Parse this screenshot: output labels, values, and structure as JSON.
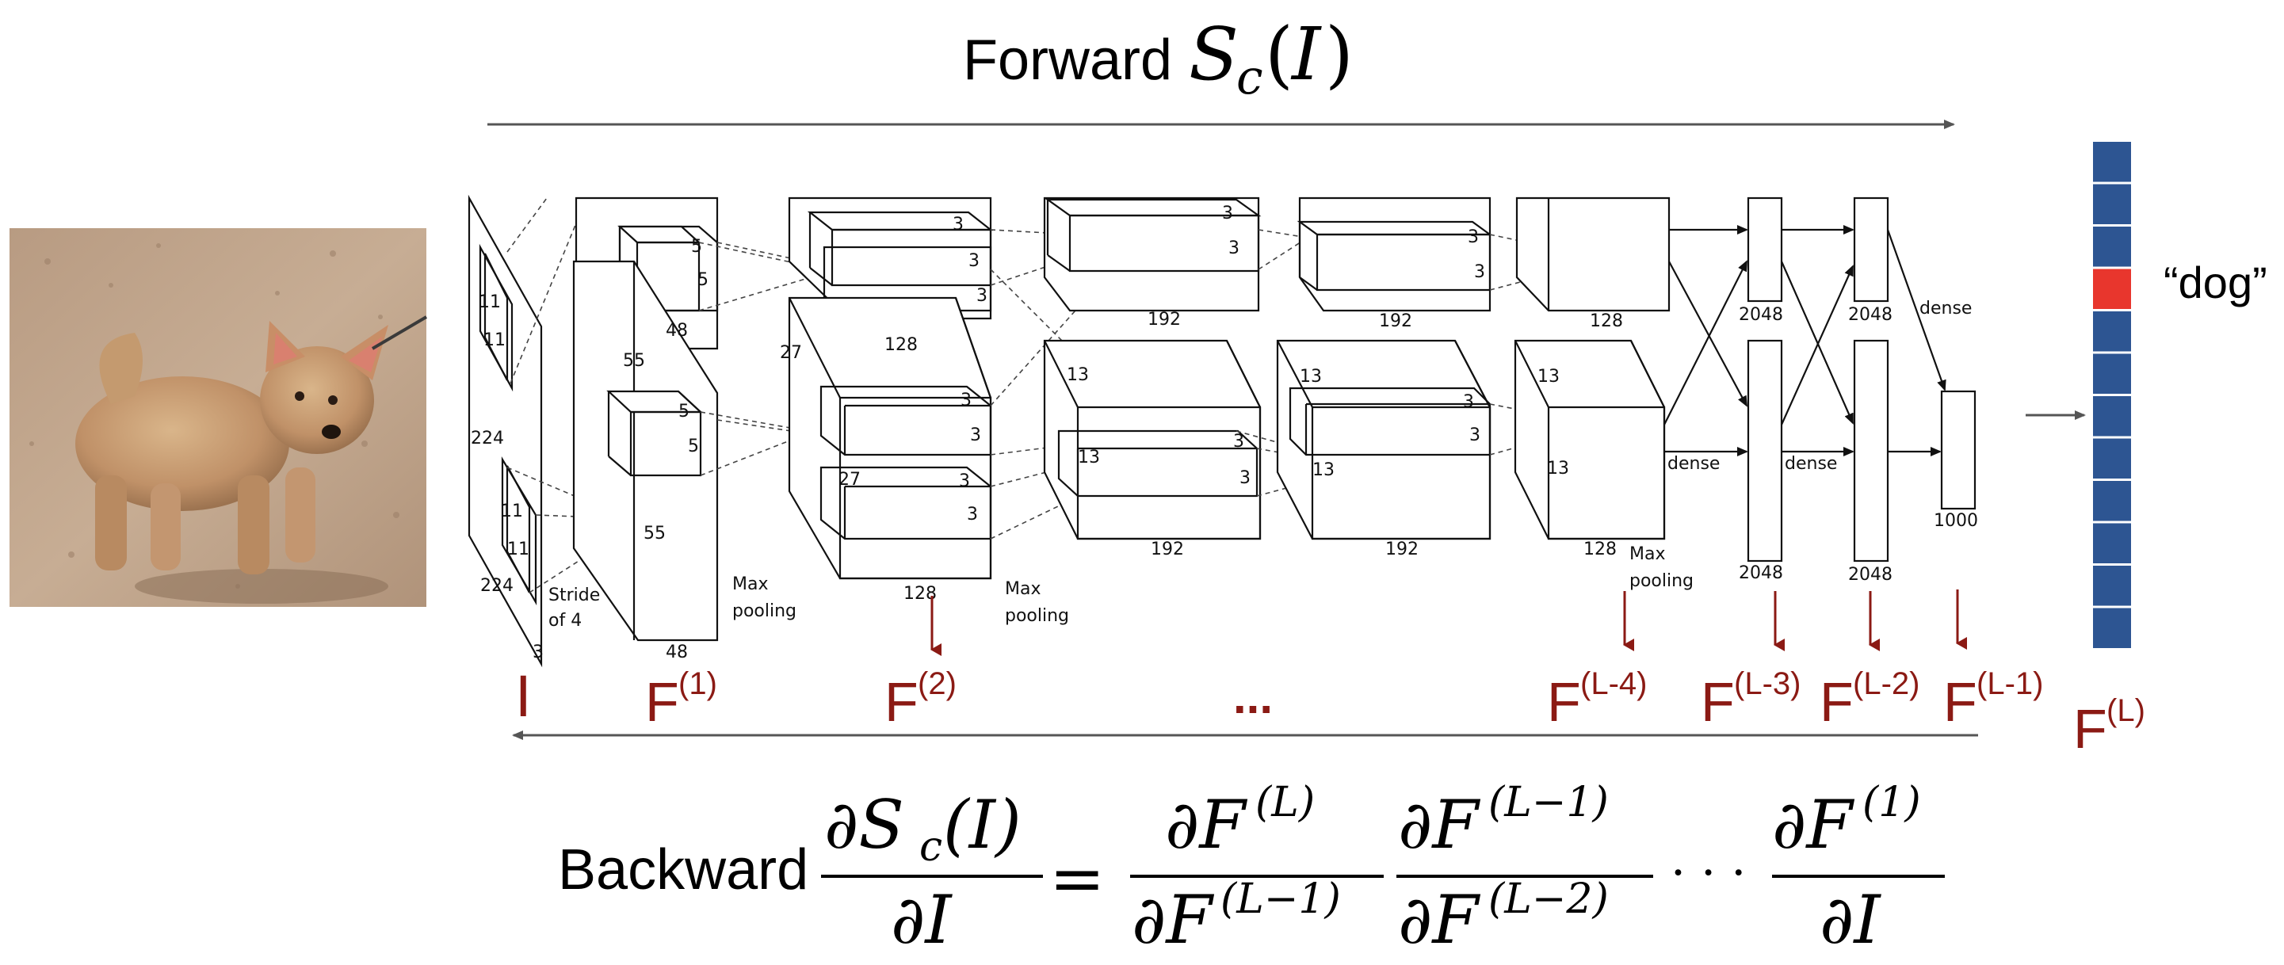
{
  "forward": {
    "label": "Forward",
    "formula": "S_c(I)"
  },
  "backward": {
    "label": "Backward",
    "lhs_num": "∂S",
    "lhs_num_sub": "c",
    "lhs_num_tail": "(I)",
    "lhs_den": "∂I",
    "eq": "=",
    "t1_num": "∂F",
    "t1_num_sup": "(L)",
    "t1_den": "∂F",
    "t1_den_sup": "(L−1)",
    "t2_num": "∂F",
    "t2_num_sup": "(L−1)",
    "t2_den": "∂F",
    "t2_den_sup": "(L−2)",
    "dots": "· · ·",
    "t3_num": "∂F",
    "t3_num_sup": "(1)",
    "t3_den": "∂I"
  },
  "output_label": "“dog”",
  "feature_labels": {
    "input": "I",
    "f1": "F",
    "f1_sup": "(1)",
    "f2": "F",
    "f2_sup": "(2)",
    "ellipsis": "...",
    "fL4": "F",
    "fL4_sup": "(L-4)",
    "fL3": "F",
    "fL3_sup": "(L-3)",
    "fL2": "F",
    "fL2_sup": "(L-2)",
    "fL1": "F",
    "fL1_sup": "(L-1)",
    "fL": "F",
    "fL_sup": "(L)"
  },
  "network_labels": {
    "in_11a": "11",
    "in_11b": "11",
    "in_224a": "224",
    "in_11c": "11",
    "in_11d": "11",
    "in_224b": "224",
    "stride": "Stride",
    "stride2": "of 4",
    "in_3": "3",
    "c1_5a": "5",
    "c1_5b": "5",
    "c1_48": "48",
    "c1_55": "55",
    "c1_5c": "5",
    "c1_5d": "5",
    "c1_55b": "55",
    "c1_48b": "48",
    "maxpool1a": "Max",
    "maxpool1b": "pooling",
    "c2_3a": "3",
    "c2_3b": "3",
    "c2_3c": "3",
    "c2_128": "128",
    "c2_27": "27",
    "c2_3d": "3",
    "c2_3e": "3",
    "c2_27b": "27",
    "c2_3f": "3",
    "c2_3g": "3",
    "c2_128b": "128",
    "maxpool2a": "Max",
    "maxpool2b": "pooling",
    "c3_3a": "3",
    "c3_3b": "3",
    "c3_192": "192",
    "c3_13": "13",
    "c3_13b": "13",
    "c3_3c": "3",
    "c3_3d": "3",
    "c3_192b": "192",
    "c4_3a": "3",
    "c4_3b": "3",
    "c4_192": "192",
    "c4_13": "13",
    "c4_13b": "13",
    "c4_3c": "3",
    "c4_3d": "3",
    "c4_192b": "192",
    "c5_128": "128",
    "c5_13": "13",
    "c5_13b": "13",
    "c5_128b": "128",
    "maxpool3a": "Max",
    "maxpool3b": "pooling",
    "fc_2048a": "2048",
    "fc_2048b": "2048",
    "fc_2048c": "2048",
    "fc_2048d": "2048",
    "fc_1000": "1000",
    "dense1": "dense",
    "dense2": "dense",
    "dense3": "dense"
  },
  "output_vector": {
    "cells": 12,
    "highlight_index": 3,
    "cell_color": "#2d5592",
    "highlight_color": "#e8362d"
  },
  "colors": {
    "feature_label": "#8b1a14",
    "arrow": "#555555"
  }
}
